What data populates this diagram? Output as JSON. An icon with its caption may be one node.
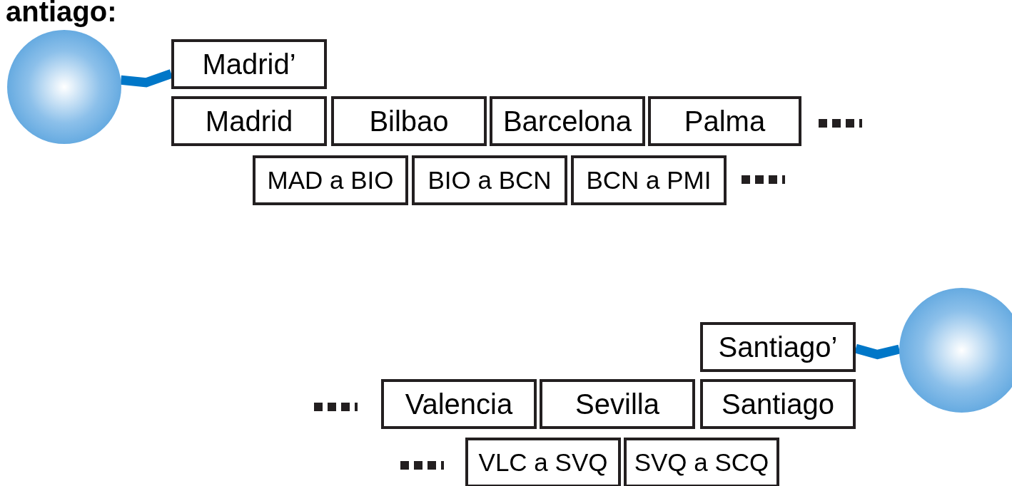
{
  "diagram": {
    "title": "antiago:",
    "nodes": [
      {
        "text": [],
        "shape": "circle"
      },
      {
        "text": [
          "Madrid’"
        ]
      },
      {
        "text": [
          "Madrid"
        ]
      },
      {
        "text": [
          "Bilbao"
        ]
      },
      {
        "text": [
          "Barcelona"
        ]
      },
      {
        "text": [
          "Palma"
        ]
      },
      {
        "text": [
          "MAD a BIO"
        ]
      },
      {
        "text": [
          "BIO a BCN"
        ]
      },
      {
        "text": [
          "BCN a PMI"
        ]
      },
      {
        "text": [
          "Santiago’"
        ]
      },
      {
        "text": [],
        "shape": "circle"
      },
      {
        "text": [
          "Valencia"
        ]
      },
      {
        "text": [
          "Sevilla"
        ]
      },
      {
        "text": [
          "Santiago"
        ]
      },
      {
        "text": [
          "VLC a SVQ"
        ]
      },
      {
        "text": [
          "SVQ a SCQ"
        ]
      }
    ],
    "edges": [
      {
        "from": 0,
        "to": 1,
        "arrow": "none"
      },
      {
        "from": 10,
        "to": 9,
        "arrow": "none"
      }
    ]
  }
}
